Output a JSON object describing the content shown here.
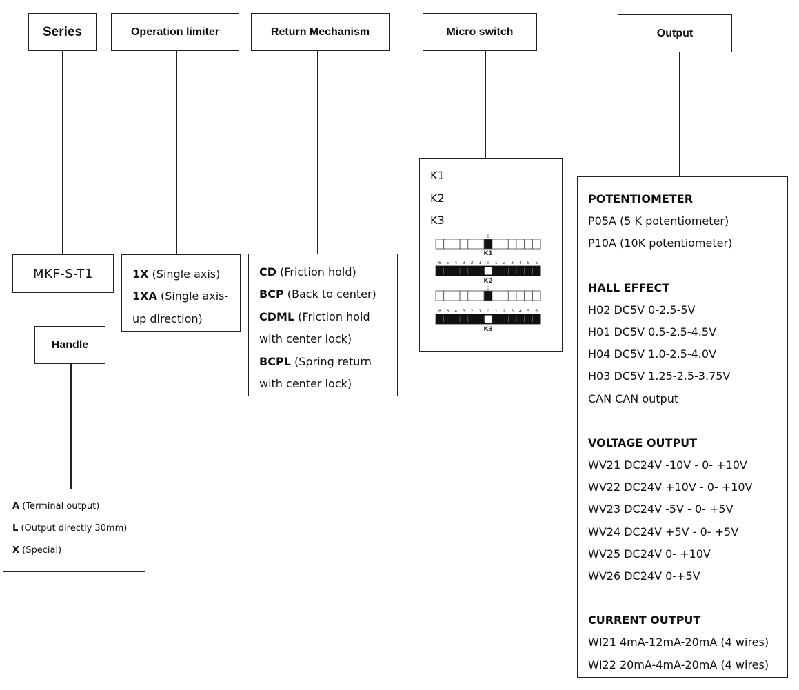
{
  "headers": {
    "series": "Series",
    "operation_limiter": "Operation limiter",
    "return_mechanism": "Return Mechanism",
    "micro_switch": "Micro switch",
    "output": "Output",
    "handle": "Handle"
  },
  "series_value": "MKF-S-T1",
  "operation_limiter": [
    {
      "code": "1X",
      "desc": " (Single axis)"
    },
    {
      "code": "1XA",
      "desc": " (Single axis-"
    },
    {
      "code": "",
      "desc": "up direction)"
    }
  ],
  "return_mechanism": [
    {
      "code": "CD",
      "desc": " (Friction hold)"
    },
    {
      "code": "BCP",
      "desc": " (Back to center)"
    },
    {
      "code": "CDML",
      "desc": " (Friction hold"
    },
    {
      "code": "",
      "desc": "with center lock)"
    },
    {
      "code": "BCPL",
      "desc": " (Spring return"
    },
    {
      "code": "",
      "desc": "with center lock)"
    }
  ],
  "micro_switch": {
    "labels": [
      "K1",
      "K2",
      "K3"
    ],
    "diagram": {
      "top_number": "0",
      "scale_numbers": [
        "6",
        "5",
        "4",
        "3",
        "2",
        "1",
        "0",
        "1",
        "2",
        "3",
        "4",
        "5",
        "6"
      ],
      "k1": "K1",
      "k2": "K2",
      "k3": "K3"
    }
  },
  "handle": [
    {
      "code": "A",
      "desc": " (Terminal output)"
    },
    {
      "code": "L",
      "desc": " (Output directly 30mm)"
    },
    {
      "code": "X",
      "desc": " (Special)"
    }
  ],
  "output": {
    "sections": [
      {
        "title": "POTENTIOMETER",
        "items": [
          "P05A (5 K potentiometer)",
          "P10A (10K potentiometer)"
        ]
      },
      {
        "title": "HALL EFFECT",
        "items": [
          "H02 DC5V 0-2.5-5V",
          "H01 DC5V 0.5-2.5-4.5V",
          "H04 DC5V 1.0-2.5-4.0V",
          "H03 DC5V 1.25-2.5-3.75V",
          "CAN CAN output"
        ]
      },
      {
        "title": "VOLTAGE OUTPUT",
        "items": [
          "WV21 DC24V -10V - 0- +10V",
          "WV22 DC24V +10V - 0- +10V",
          "WV23 DC24V -5V - 0- +5V",
          "WV24 DC24V +5V - 0- +5V",
          "WV25 DC24V 0- +10V",
          "WV26 DC24V 0-+5V"
        ]
      },
      {
        "title": "CURRENT OUTPUT",
        "items": [
          "WI21 4mA-12mA-20mA (4 wires)",
          "WI22 20mA-4mA-20mA (4 wires)"
        ]
      }
    ]
  }
}
